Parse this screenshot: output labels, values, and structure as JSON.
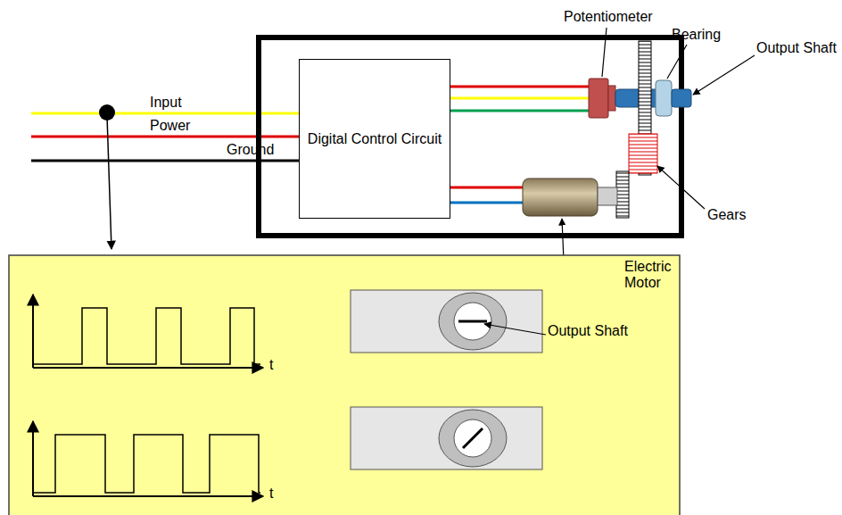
{
  "diagram": {
    "nodes": [
      {
        "text": [
          "Digital Control Circuit"
        ]
      }
    ],
    "edges": [],
    "labels": [
      "Potentiometer",
      "Bearing",
      "Output Shaft",
      "Input",
      "Power",
      "Ground",
      "Gears",
      "Electric Motor",
      "Output Shaft",
      "t",
      "t"
    ]
  }
}
